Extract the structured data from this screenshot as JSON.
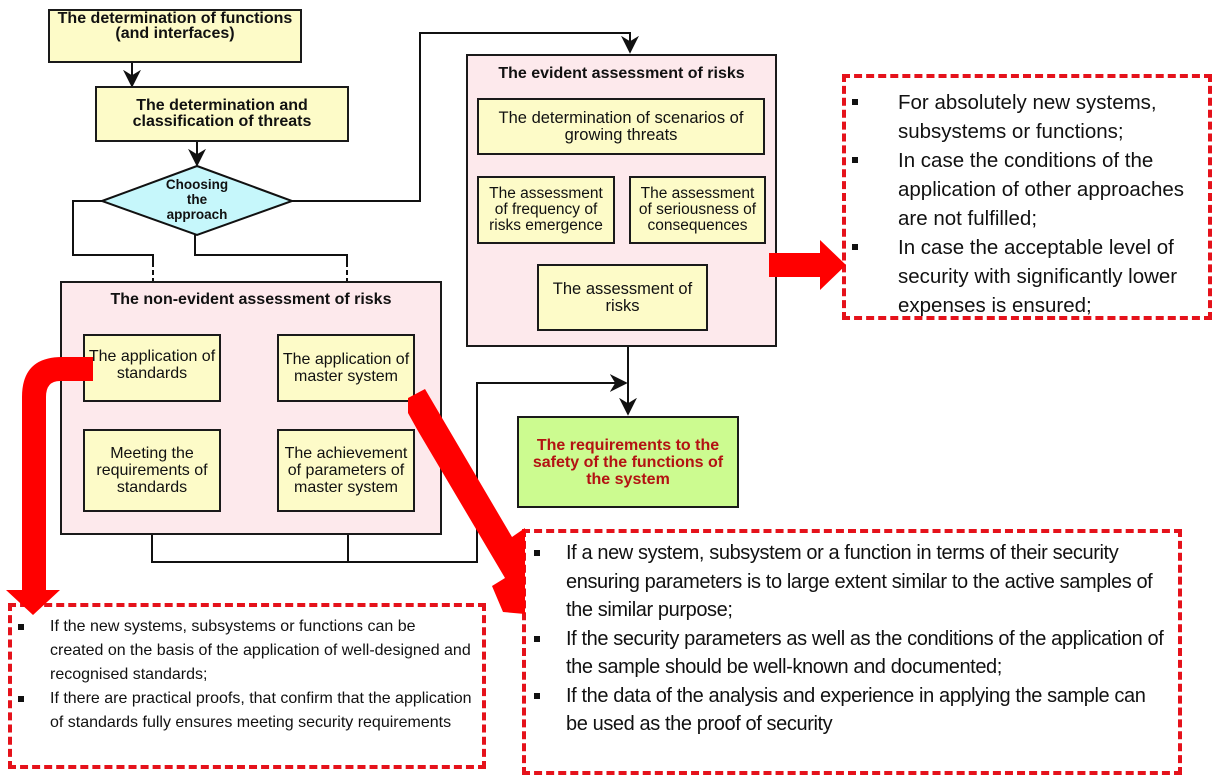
{
  "diagram": {
    "nodes": {
      "determination_functions": "The determination of functions (and interfaces)",
      "determination_threats": "The determination and classification of threats",
      "choosing_approach": [
        "Choosing",
        "the",
        "approach"
      ],
      "evident_group_title": "The evident assessment of risks",
      "scenarios": "The determination of scenarios of growing threats",
      "frequency": "The assessment of frequency of risks emergence",
      "seriousness": "The assessment of seriousness of consequences",
      "assessment_risks": "The assessment of risks",
      "non_evident_group_title": "The non-evident assessment of risks",
      "application_standards": "The application of standards",
      "application_master": "The application of master system",
      "meeting_requirements": "Meeting the requirements of standards",
      "achievement_parameters": "The achievement of parameters of master system",
      "requirements_safety": "The requirements to the safety of the functions of the system"
    },
    "notes": {
      "evident_conditions": [
        "For absolutely new systems, subsystems or functions;",
        "In case the conditions of the application of other approaches are not fulfilled;",
        "In case the acceptable level of security with significantly lower expenses is ensured;"
      ],
      "standards_conditions": [
        "If the new systems, subsystems or functions can be created on the basis of the application of well-designed and recognised standards;",
        "If there are practical proofs, that confirm that the application of standards fully ensures meeting security requirements"
      ],
      "master_conditions": [
        "If a new system, subsystem or a function in terms of their security ensuring parameters is to large extent similar to the active samples of the similar purpose;",
        "If the security parameters as well as the conditions of the application of the sample should be well-known and documented;",
        "If the data of the analysis and experience in applying the sample can be used as the proof of security"
      ]
    },
    "colors": {
      "process_box_fill": "#fdfbc8",
      "group_fill": "#fde9ec",
      "decision_fill": "#c6f7fb",
      "result_fill": "#ccfb90",
      "result_text": "#b31212",
      "callout_arrow": "#ff0000",
      "note_border": "#e5121b"
    }
  }
}
